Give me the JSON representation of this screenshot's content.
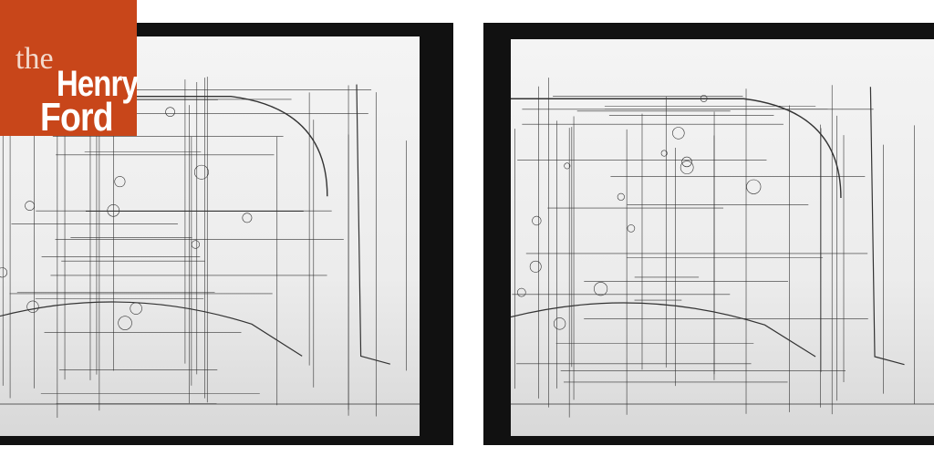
{
  "logo": {
    "line1": "the",
    "line2": "Henry",
    "line3": "Ford",
    "color": "#C8461A"
  },
  "panels": [
    {
      "side": "left"
    },
    {
      "side": "right"
    }
  ]
}
